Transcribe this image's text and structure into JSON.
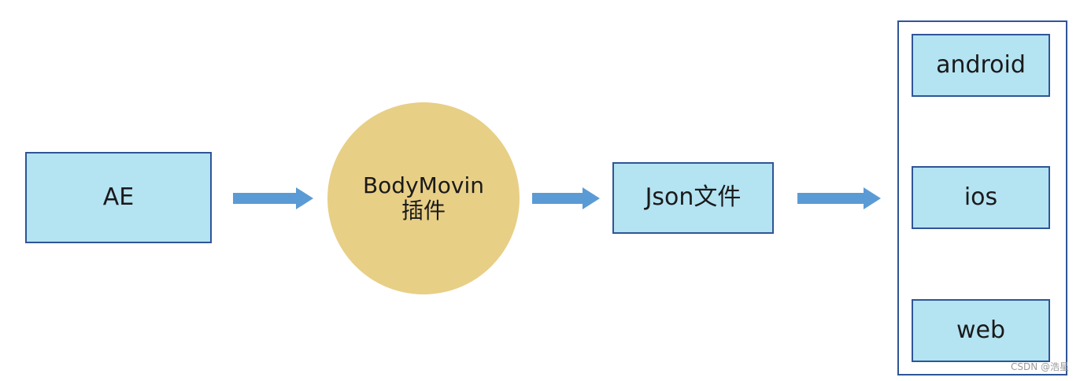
{
  "nodes": {
    "ae": "AE",
    "bodymovin_line1": "BodyMovin",
    "bodymovin_line2": "插件",
    "json": "Json文件",
    "android": "android",
    "ios": "ios",
    "web": "web"
  },
  "watermark": "CSDN @浩星",
  "colors": {
    "rect_fill": "#b4e3f2",
    "rect_border": "#2f5597",
    "circle_fill": "#e8cf86",
    "arrow": "#5b9bd5"
  }
}
